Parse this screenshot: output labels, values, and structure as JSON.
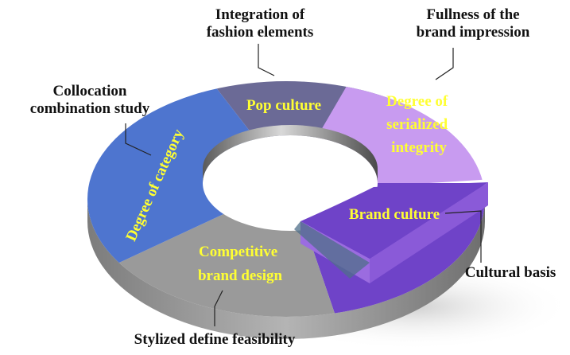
{
  "diagram": {
    "label_color": "#ffff33",
    "segments": [
      {
        "id": "pop-culture",
        "label_lines": [
          "Pop culture"
        ],
        "color": "#6b6a96"
      },
      {
        "id": "serialized-integrity",
        "label_lines": [
          "Degree of",
          "serialized",
          "integrity"
        ],
        "color": "#c89bf0"
      },
      {
        "id": "brand-culture",
        "label_lines": [
          "Brand culture"
        ],
        "color": "#6f43c8"
      },
      {
        "id": "competitive-brand-design",
        "label_lines": [
          "Competitive",
          "brand design"
        ],
        "color": "#9a9a9a"
      },
      {
        "id": "degree-of-category",
        "label_lines": [
          "Degree of category"
        ],
        "color": "#4e75cf"
      }
    ],
    "callouts": {
      "integration": {
        "line1": "Integration of",
        "line2": "fashion elements"
      },
      "fullness": {
        "line1": "Fullness of the",
        "line2": "brand impression"
      },
      "collocation": {
        "line1": "Collocation",
        "line2": "combination study"
      },
      "cultural_basis": {
        "line1": "Cultural basis"
      },
      "stylized": {
        "line1": "Stylized define feasibility"
      }
    }
  }
}
